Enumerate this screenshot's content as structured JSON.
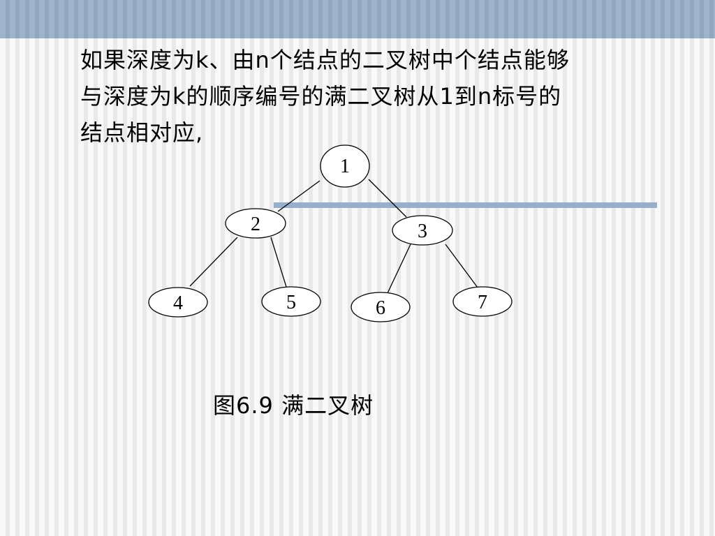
{
  "slide": {
    "text_lines": [
      "如果深度为k、由n个结点的二叉树中个结点能够",
      "与深度为k的顺序编号的满二叉树从1到n标号的",
      "结点相对应,"
    ],
    "caption": "图6.9  满二叉树"
  },
  "tree": {
    "nodes": [
      "1",
      "2",
      "3",
      "4",
      "5",
      "6",
      "7"
    ],
    "edges": [
      [
        "1",
        "2"
      ],
      [
        "1",
        "3"
      ],
      [
        "2",
        "4"
      ],
      [
        "2",
        "5"
      ],
      [
        "3",
        "6"
      ],
      [
        "3",
        "7"
      ]
    ]
  },
  "colors": {
    "top_band": "#97aec8",
    "divider": "#98afcb"
  }
}
